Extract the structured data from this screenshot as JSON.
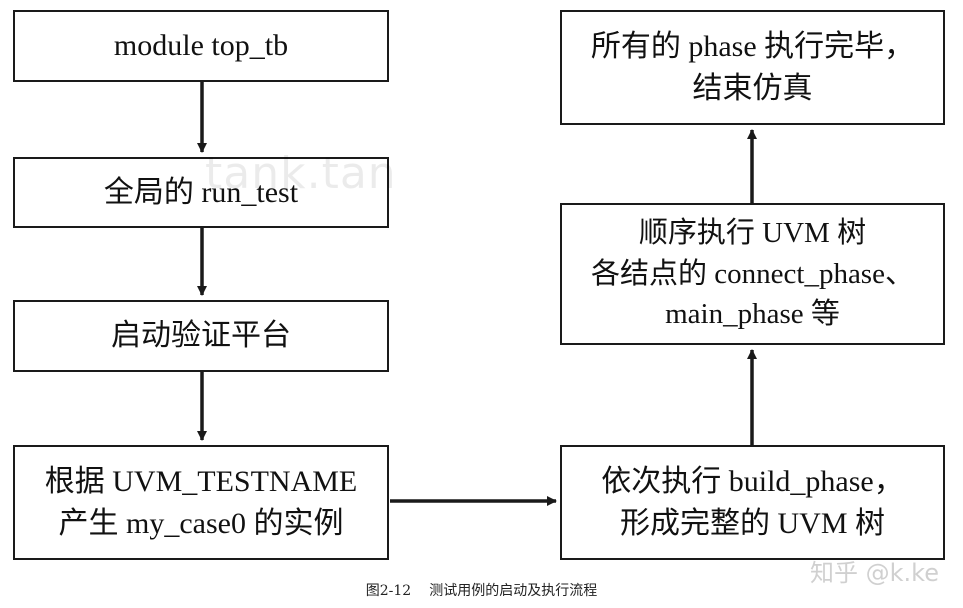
{
  "nodes": {
    "module_top_tb": {
      "lines": [
        "module top_tb"
      ]
    },
    "global_run_test": {
      "lines": [
        "全局的 run_test"
      ]
    },
    "start_platform": {
      "lines": [
        "启动验证平台"
      ]
    },
    "create_case": {
      "lines": [
        "根据 UVM_TESTNAME",
        "产生 my_case0 的实例"
      ]
    },
    "build_phase": {
      "lines": [
        "依次执行 build_phase，",
        "形成完整的 UVM 树"
      ]
    },
    "sequential_phases": {
      "lines": [
        "顺序执行 UVM 树",
        "各结点的 connect_phase、",
        "main_phase 等"
      ]
    },
    "finish": {
      "lines": [
        "所有的 phase 执行完毕，",
        "结束仿真"
      ]
    }
  },
  "watermark": "tank.tan",
  "corner_watermark": "知乎 @k.ke",
  "caption": {
    "figure": "图2-12",
    "text": "测试用例的启动及执行流程"
  },
  "colors": {
    "line": "#1a1a1a",
    "box_border": "#1a1a1a"
  }
}
